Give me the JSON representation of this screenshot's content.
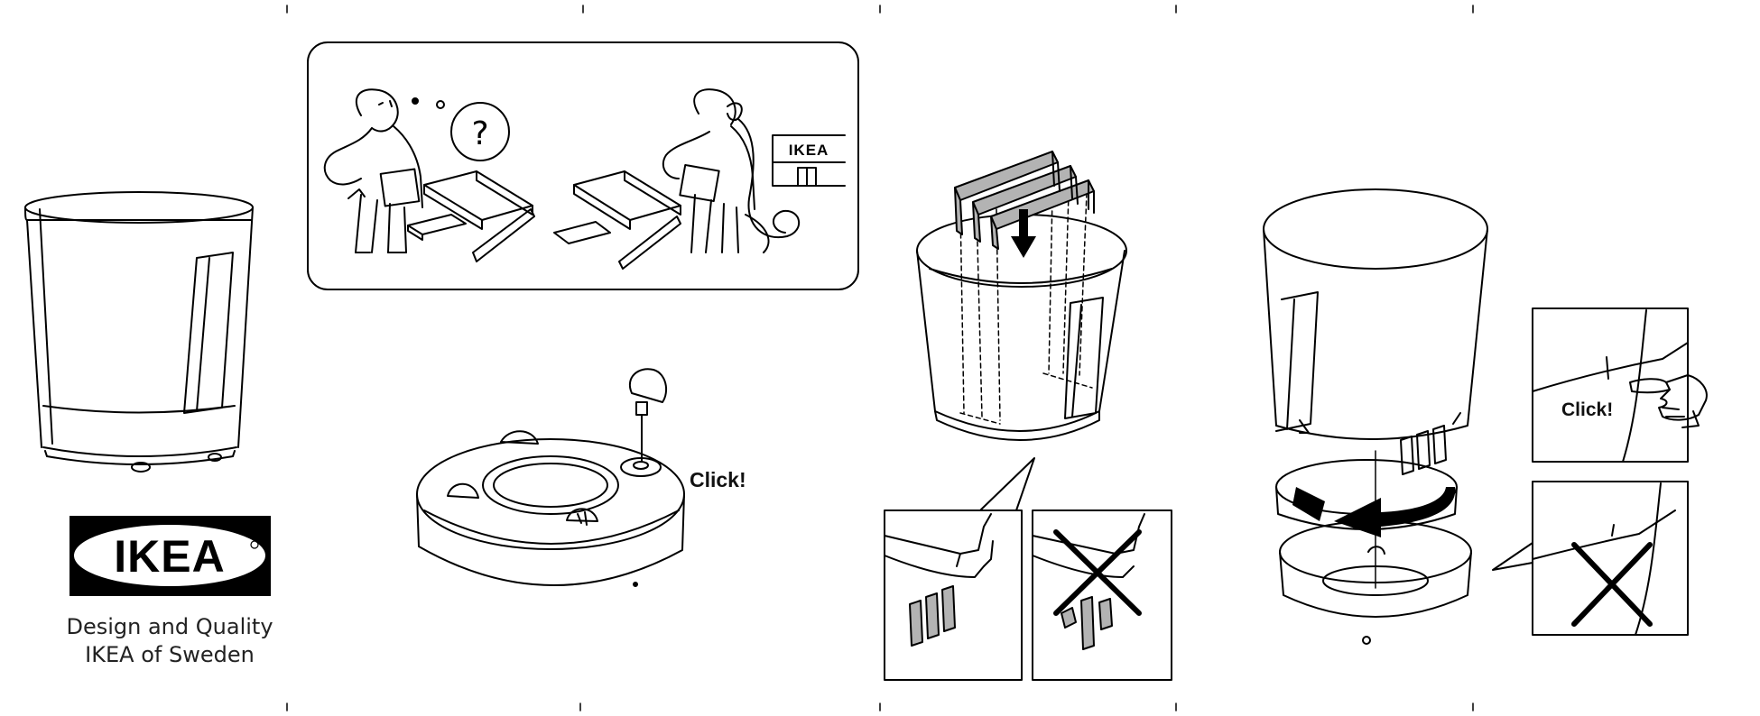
{
  "brand": {
    "logo_text": "IKEA",
    "tagline_line1": "Design and Quality",
    "tagline_line2": "IKEA of Sweden",
    "colors": {
      "logo_blackbox": "#000000",
      "logo_oval": "#ffffff",
      "line_art": "#000000",
      "shade": "#b3b3b3"
    }
  },
  "help_panel": {
    "store_sign": "IKEA",
    "question_mark": "?"
  },
  "steps": {
    "base_click_label": "Click!",
    "wall_click_label": "Click!"
  },
  "icons": [
    "question-bubble-icon",
    "down-arrow-icon",
    "rotate-arrow-icon",
    "cross-icon",
    "pointing-hand-icon"
  ]
}
